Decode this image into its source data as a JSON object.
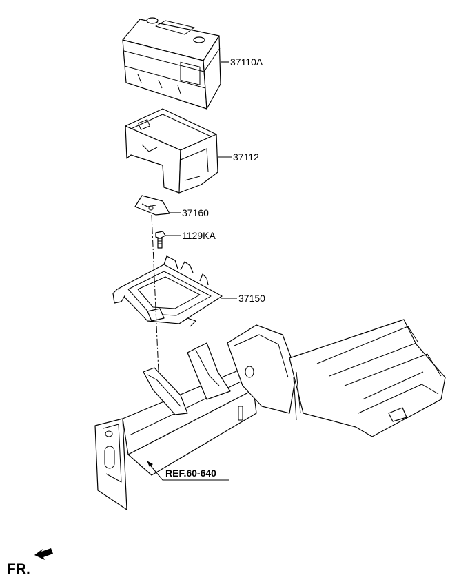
{
  "callouts": {
    "battery": "37110A",
    "battery_cover": "37112",
    "clamp": "37160",
    "bolt": "1129KA",
    "tray": "37150"
  },
  "reference": "REF.60-640",
  "direction": "FR."
}
